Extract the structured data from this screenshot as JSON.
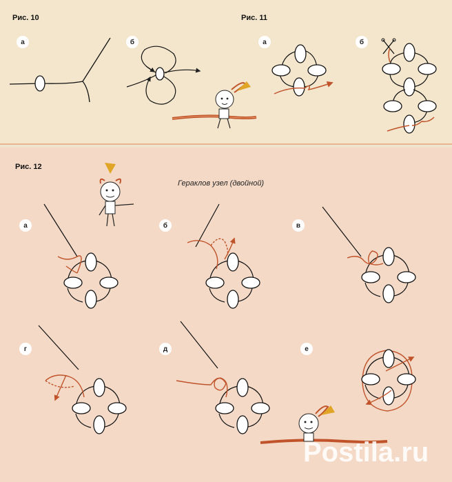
{
  "fig10": {
    "label": "Рис. 10",
    "sub": [
      "а",
      "б"
    ]
  },
  "fig11": {
    "label": "Рис. 11",
    "sub": [
      "а",
      "б"
    ]
  },
  "fig12": {
    "label": "Рис. 12",
    "subtitle": "Гераклов узел (двойной)",
    "sub": [
      "а",
      "б",
      "в",
      "г",
      "д",
      "е"
    ]
  },
  "watermark": {
    "text": "Postila.ru"
  },
  "colors": {
    "thread": "#c0532a",
    "background_top": "#f3e6cc",
    "background_bottom": "#f3d9c6",
    "bead": "#ffffff"
  }
}
